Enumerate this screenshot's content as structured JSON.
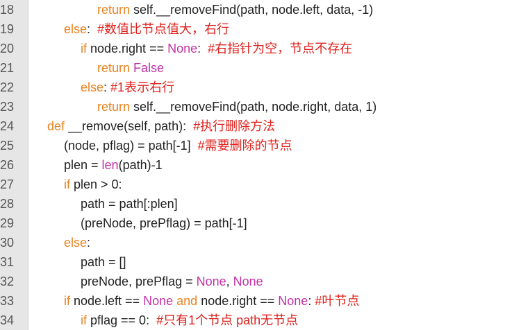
{
  "colors": {
    "keyword": "#e8821e",
    "constant": "#c232a8",
    "comment": "#e0201b",
    "text": "#222222",
    "gutter_bg": "#e6e6e6"
  },
  "lines": [
    {
      "num": "18",
      "tokens": [
        {
          "t": "return",
          "c": "kw"
        },
        {
          "t": " self.__removeFind(path, node.left, data, -1)",
          "c": ""
        }
      ]
    },
    {
      "num": "19",
      "tokens": [
        {
          "t": "else",
          "c": "kw"
        },
        {
          "t": ":  ",
          "c": ""
        },
        {
          "t": "#数值比节点值大，右行",
          "c": "cm"
        }
      ]
    },
    {
      "num": "20",
      "tokens": [
        {
          "t": "if",
          "c": "kw"
        },
        {
          "t": " node.right == ",
          "c": ""
        },
        {
          "t": "None",
          "c": "const"
        },
        {
          "t": ":  ",
          "c": ""
        },
        {
          "t": "#右指针为空，节点不存在",
          "c": "cm"
        }
      ]
    },
    {
      "num": "21",
      "tokens": [
        {
          "t": "return",
          "c": "kw"
        },
        {
          "t": " ",
          "c": ""
        },
        {
          "t": "False",
          "c": "const"
        }
      ]
    },
    {
      "num": "22",
      "tokens": [
        {
          "t": "else",
          "c": "kw"
        },
        {
          "t": ": ",
          "c": ""
        },
        {
          "t": "#1表示右行",
          "c": "cm"
        }
      ]
    },
    {
      "num": "23",
      "tokens": [
        {
          "t": "return",
          "c": "kw"
        },
        {
          "t": " self.__removeFind(path, node.right, data, 1)",
          "c": ""
        }
      ]
    },
    {
      "num": "24",
      "tokens": [
        {
          "t": "def",
          "c": "kw"
        },
        {
          "t": " __remove(self, path):  ",
          "c": ""
        },
        {
          "t": "#执行删除方法",
          "c": "cm"
        }
      ]
    },
    {
      "num": "25",
      "tokens": [
        {
          "t": "(node, pflag) = path[-1]  ",
          "c": ""
        },
        {
          "t": "#需要删除的节点",
          "c": "cm"
        }
      ]
    },
    {
      "num": "26",
      "tokens": [
        {
          "t": "plen = ",
          "c": ""
        },
        {
          "t": "len",
          "c": "const"
        },
        {
          "t": "(path)-1",
          "c": ""
        }
      ]
    },
    {
      "num": "27",
      "tokens": [
        {
          "t": "if",
          "c": "kw"
        },
        {
          "t": " plen > 0:",
          "c": ""
        }
      ]
    },
    {
      "num": "28",
      "tokens": [
        {
          "t": "path = path[:plen]",
          "c": ""
        }
      ]
    },
    {
      "num": "29",
      "tokens": [
        {
          "t": "(preNode, prePflag) = path[-1]",
          "c": ""
        }
      ]
    },
    {
      "num": "30",
      "tokens": [
        {
          "t": "else",
          "c": "kw"
        },
        {
          "t": ":",
          "c": ""
        }
      ]
    },
    {
      "num": "31",
      "tokens": [
        {
          "t": "path = []",
          "c": ""
        }
      ]
    },
    {
      "num": "32",
      "tokens": [
        {
          "t": "preNode, prePflag = ",
          "c": ""
        },
        {
          "t": "None",
          "c": "const"
        },
        {
          "t": ", ",
          "c": ""
        },
        {
          "t": "None",
          "c": "const"
        }
      ]
    },
    {
      "num": "33",
      "tokens": [
        {
          "t": "if",
          "c": "kw"
        },
        {
          "t": " node.left == ",
          "c": ""
        },
        {
          "t": "None",
          "c": "const"
        },
        {
          "t": " ",
          "c": ""
        },
        {
          "t": "and",
          "c": "kw"
        },
        {
          "t": " node.right == ",
          "c": ""
        },
        {
          "t": "None",
          "c": "const"
        },
        {
          "t": ": ",
          "c": ""
        },
        {
          "t": "#叶节点",
          "c": "cm"
        }
      ]
    },
    {
      "num": "34",
      "tokens": [
        {
          "t": "if",
          "c": "kw"
        },
        {
          "t": " pflag == 0:  ",
          "c": ""
        },
        {
          "t": "#只有1个节点 path无节点",
          "c": "cm"
        }
      ]
    }
  ]
}
